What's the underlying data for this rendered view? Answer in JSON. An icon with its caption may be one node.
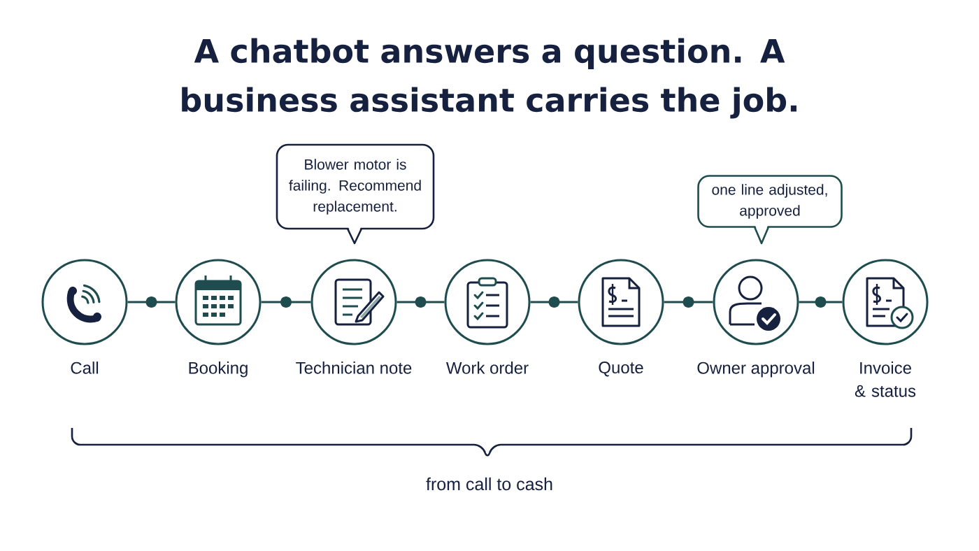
{
  "diagram": {
    "title": "A chatbot answers a question. A business assistant carries the job.",
    "nodes": [
      {
        "text": [
          "Blower motor is failing. Recommend replacement."
        ]
      },
      {
        "text": [
          "one line adjusted, approved"
        ]
      },
      {
        "text": [
          "Call"
        ]
      },
      {
        "text": [
          "Booking"
        ]
      },
      {
        "text": [
          "Technician note"
        ]
      },
      {
        "text": [
          "Work order"
        ]
      },
      {
        "text": [
          "Quote"
        ]
      },
      {
        "text": [
          "Owner approval"
        ]
      },
      {
        "text": [
          "Invoice & status"
        ]
      }
    ],
    "edges": [
      {
        "from": 2,
        "to": 3,
        "arrow": "none"
      },
      {
        "from": 3,
        "to": 4,
        "arrow": "none"
      },
      {
        "from": 4,
        "to": 5,
        "arrow": "none"
      },
      {
        "from": 5,
        "to": 6,
        "arrow": "none"
      },
      {
        "from": 6,
        "to": 7,
        "arrow": "none"
      },
      {
        "from": 7,
        "to": 8,
        "arrow": "none"
      }
    ],
    "labels": [
      "from call to cash"
    ]
  }
}
